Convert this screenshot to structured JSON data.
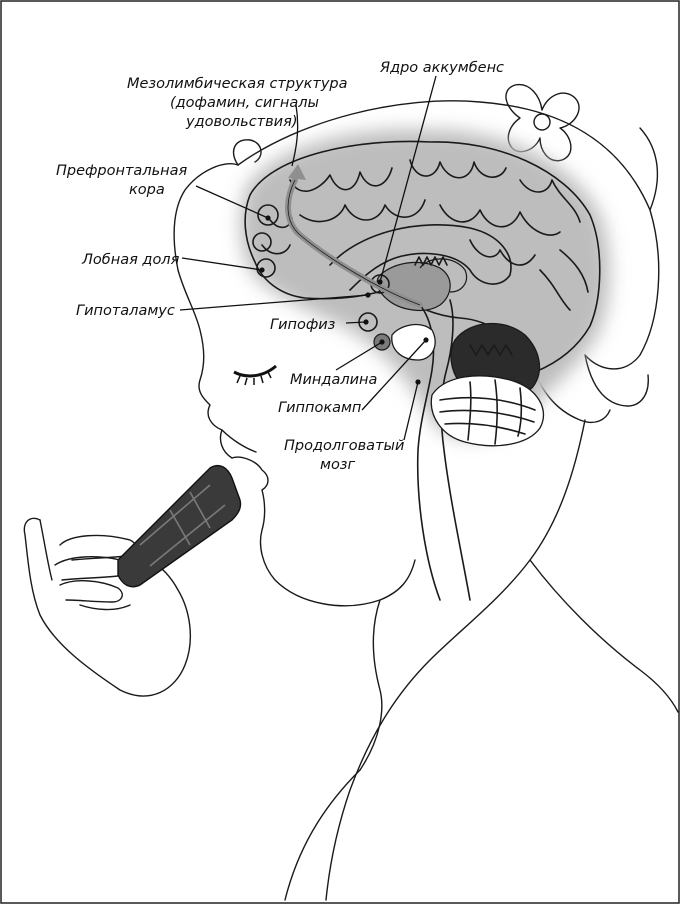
{
  "diagram": {
    "labels": {
      "mesolimbic": [
        "Мезолимбическая структура",
        "(дофамин, сигналы",
        "удовольствия)"
      ],
      "nucleus_accumbens": "Ядро аккумбенс",
      "prefrontal_cortex": [
        "Префронтальная",
        "кора"
      ],
      "frontal_lobe": "Лобная доля",
      "hypothalamus": "Гипоталамус",
      "pituitary": "Гипофиз",
      "amygdala": "Миндалина",
      "hippocampus": "Гиппокамп",
      "medulla": [
        "Продолговатый",
        "мозг"
      ]
    },
    "colors": {
      "background": "#ffffff",
      "line": "#1a1a1a",
      "brain_glow": "#bdbdbd",
      "brain_fill": "#ffffff",
      "inner_gray": "#9a9a9a",
      "chocolate": "#3a3a3a",
      "pathway_arrow": "#8f8f8f"
    }
  }
}
